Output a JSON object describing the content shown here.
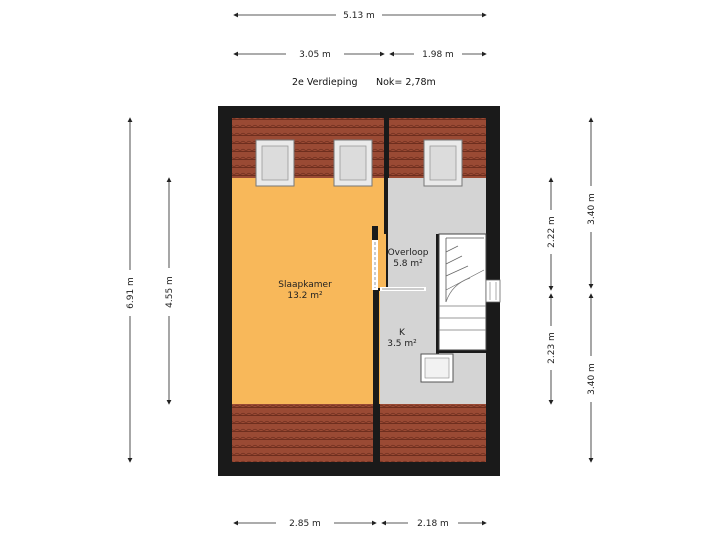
{
  "floor": {
    "name": "2e Verdieping",
    "ridge": "Nok= 2,78m"
  },
  "rooms": [
    {
      "name": "Slaapkamer",
      "area": "13.2 m²"
    },
    {
      "name": "Overloop",
      "area": "5.8 m²"
    },
    {
      "name": "K",
      "area": "3.5 m²"
    }
  ],
  "dimensions": {
    "top_total": "5.13 m",
    "top_left": "3.05 m",
    "top_right": "1.98 m",
    "bottom_left": "2.85 m",
    "bottom_right": "2.18 m",
    "left_total": "6.91 m",
    "left_inner": "4.55 m",
    "right_upper_inner": "2.22 m",
    "right_lower_inner": "2.23 m",
    "right_upper_outer": "3.40 m",
    "right_lower_outer": "3.40 m"
  },
  "colors": {
    "wall": "#1a1a1a",
    "bedroom": "#f8b85a",
    "hall": "#d4d4d4",
    "roof_tile": "#9a4a34",
    "roof_line": "#6e2e1e"
  }
}
